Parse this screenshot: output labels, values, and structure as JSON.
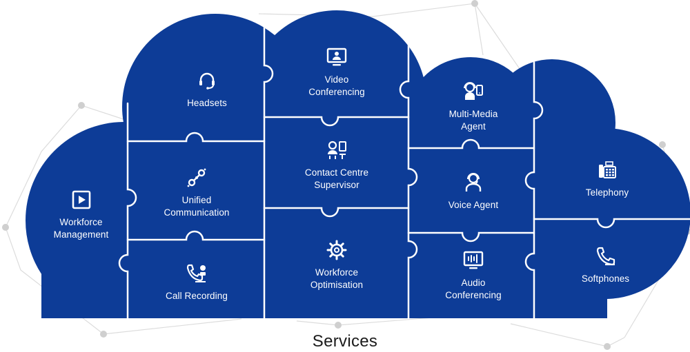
{
  "colors": {
    "cloud": "#0d3c97",
    "seam": "#ffffff",
    "net_line": "#dcdcdc",
    "net_dot": "#cfcfcf",
    "caption": "#1b1b1b"
  },
  "services": [
    {
      "id": "headsets",
      "label": "Headsets",
      "icon": "headset-icon"
    },
    {
      "id": "video-conferencing",
      "label": "Video\nConferencing",
      "icon": "video-monitor-icon"
    },
    {
      "id": "multi-media-agent",
      "label": "Multi-Media\nAgent",
      "icon": "agent-device-icon"
    },
    {
      "id": "telephony",
      "label": "Telephony",
      "icon": "desk-phone-icon"
    },
    {
      "id": "workforce-management",
      "label": "Workforce\nManagement",
      "icon": "play-square-icon"
    },
    {
      "id": "unified-communication",
      "label": "Unified\nCommunication",
      "icon": "link-nodes-icon"
    },
    {
      "id": "contact-centre-supervisor",
      "label": "Contact Centre\nSupervisor",
      "icon": "supervisor-icon"
    },
    {
      "id": "voice-agent",
      "label": "Voice Agent",
      "icon": "voice-agent-icon"
    },
    {
      "id": "softphones",
      "label": "Softphones",
      "icon": "handset-icon"
    },
    {
      "id": "call-recording",
      "label": "Call Recording",
      "icon": "call-recording-icon"
    },
    {
      "id": "workforce-optimisation",
      "label": "Workforce\nOptimisation",
      "icon": "gear-icon"
    },
    {
      "id": "audio-conferencing",
      "label": "Audio\nConferencing",
      "icon": "audio-monitor-icon"
    }
  ],
  "caption": "Services"
}
